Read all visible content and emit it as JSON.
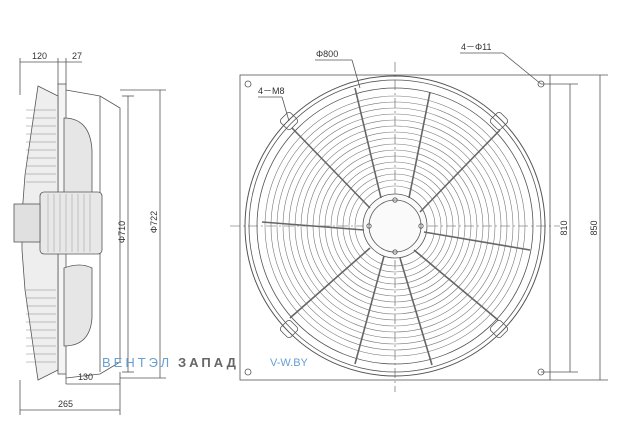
{
  "side_view": {
    "dim_top_left": "120",
    "dim_top_right": "27",
    "dim_inner_dia": "Φ710",
    "dim_outer_dia": "Φ722",
    "dim_bottom_inner": "130",
    "dim_bottom_total": "265"
  },
  "front_view": {
    "dim_guard_dia": "Φ800",
    "dim_holes": "4－Φ11",
    "dim_threads": "4－M8",
    "dim_hole_spacing": "810",
    "dim_plate_size": "850"
  },
  "watermark": {
    "part1": "ВЕНТЭЛ",
    "part2": "ЗАПАД",
    "part3": "V-W.BY"
  },
  "colors": {
    "line": "#555555",
    "watermark_blue": "#6a9fd4",
    "watermark_gray": "#666666"
  }
}
